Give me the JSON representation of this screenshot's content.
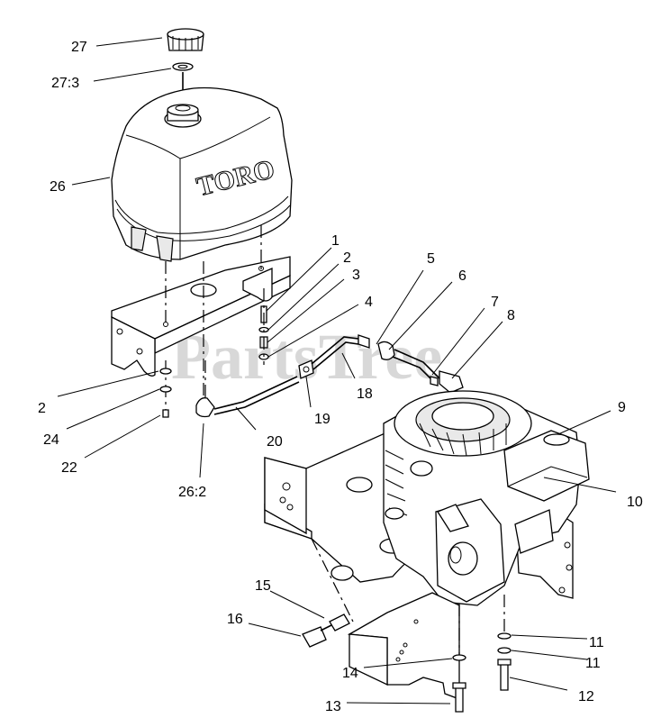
{
  "watermark": "PartsTree",
  "tank_logo": "TORO",
  "callouts": {
    "c1": "1",
    "c2a": "2",
    "c2b": "2",
    "c3": "3",
    "c4": "4",
    "c5": "5",
    "c6": "6",
    "c7": "7",
    "c8": "8",
    "c9": "9",
    "c10": "10",
    "c11a": "11",
    "c11b": "11",
    "c12": "12",
    "c13": "13",
    "c14": "14",
    "c15": "15",
    "c16": "16",
    "c18": "18",
    "c19": "19",
    "c20": "20",
    "c22": "22",
    "c24": "24",
    "c26": "26",
    "c26_2": "26:2",
    "c27": "27",
    "c27_3": "27:3"
  }
}
